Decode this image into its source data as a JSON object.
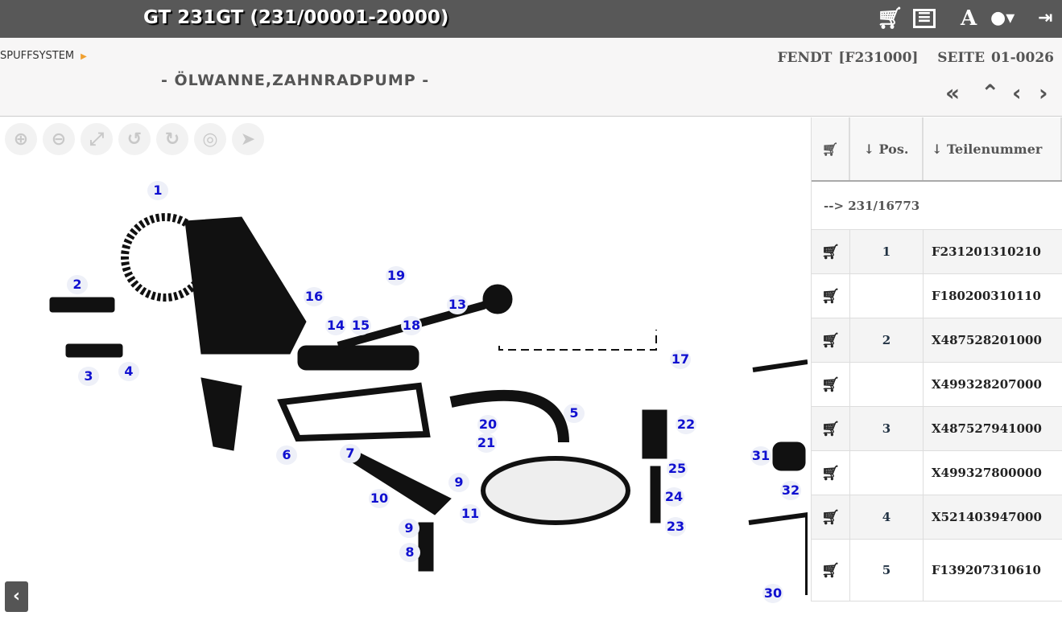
{
  "header": {
    "title": "GT 231GT (231/00001-20000)",
    "icons": [
      "cart-icon",
      "list-icon",
      "font-icon",
      "user-icon",
      "logout-icon"
    ]
  },
  "breadcrumb": {
    "item": "SPUFFSYSTEM"
  },
  "page": {
    "heading": "- ÖLWANNE,ZAHNRADPUMP -",
    "catalog": "FENDT [F231000]",
    "seite": "SEITE 01-0026"
  },
  "toolbar": [
    "zoom-in",
    "zoom-out",
    "fit",
    "rotate-left",
    "rotate-right",
    "target",
    "pointer"
  ],
  "callouts": [
    "1",
    "2",
    "3",
    "4",
    "16",
    "19",
    "14",
    "15",
    "18",
    "13",
    "17",
    "5",
    "22",
    "20",
    "21",
    "6",
    "7",
    "9",
    "10",
    "11",
    "25",
    "24",
    "23",
    "9",
    "8",
    "31",
    "32",
    "30"
  ],
  "table": {
    "headers": {
      "pos": "↓ Pos.",
      "part": "↓ Teilenummer"
    },
    "info": "--> 231/16773",
    "rows": [
      {
        "pos": "1",
        "part": "F231201310210"
      },
      {
        "pos": "",
        "part": "F180200310110"
      },
      {
        "pos": "2",
        "part": "X487528201000"
      },
      {
        "pos": "",
        "part": "X499328207000"
      },
      {
        "pos": "3",
        "part": "X487527941000"
      },
      {
        "pos": "",
        "part": "X499327800000"
      },
      {
        "pos": "4",
        "part": "X521403947000"
      },
      {
        "pos": "5",
        "part": "F139207310610"
      }
    ]
  }
}
